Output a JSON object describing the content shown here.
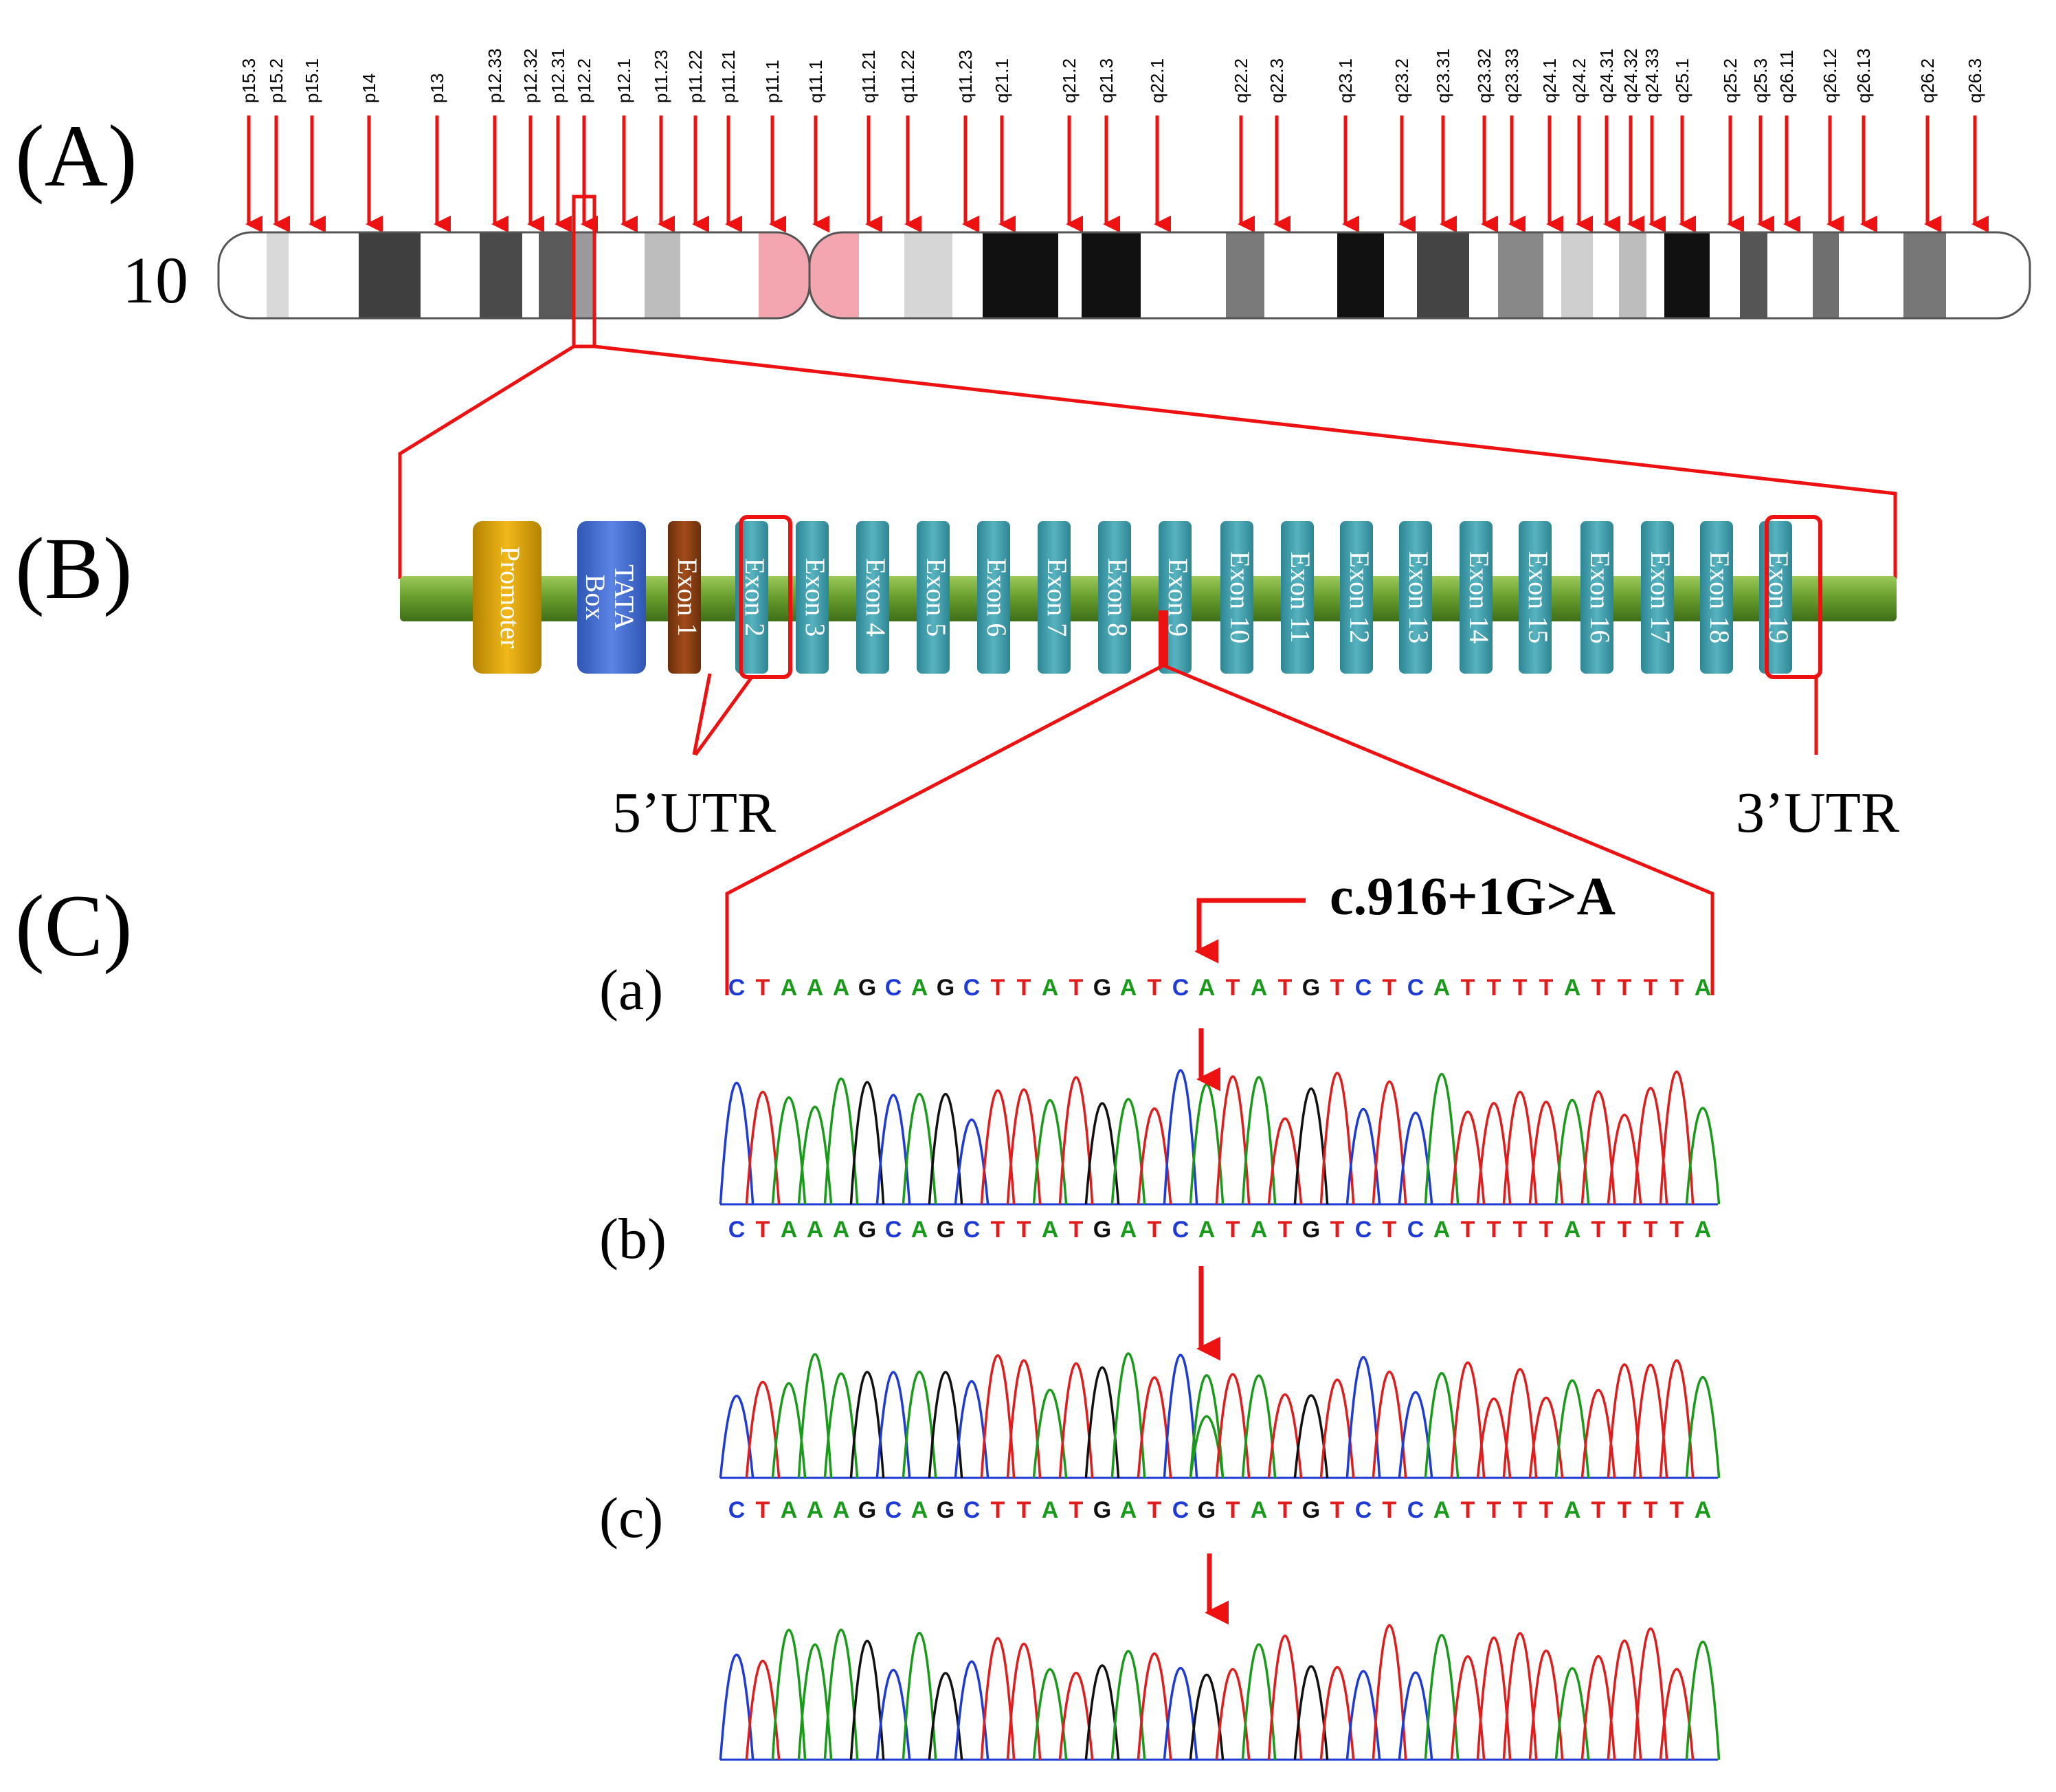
{
  "panels": {
    "a": "(A)",
    "b": "(B)",
    "c": "(C)"
  },
  "chromosome": {
    "number": "10",
    "bands": [
      "p15.3",
      "p15.2",
      "p15.1",
      "p14",
      "p13",
      "p12.33",
      "p12.32",
      "p12.31",
      "p12.2",
      "p12.1",
      "p11.23",
      "p11.22",
      "p11.21",
      "p11.1",
      "q11.1",
      "q11.21",
      "q11.22",
      "q11.23",
      "q21.1",
      "q21.2",
      "q21.3",
      "q22.1",
      "q22.2",
      "q22.3",
      "q23.1",
      "q23.2",
      "q23.31",
      "q23.32",
      "q23.33",
      "q24.1",
      "q24.2",
      "q24.31",
      "q24.32",
      "q24.33",
      "q25.1",
      "q25.2",
      "q25.3",
      "q26.11",
      "q26.12",
      "q26.13",
      "q26.2",
      "q26.3"
    ]
  },
  "gene": {
    "promoter": "Promoter",
    "tata": [
      "TATA",
      "Box"
    ],
    "exons": [
      "Exon 1",
      "Exon 2",
      "Exon 3",
      "Exon 4",
      "Exon 5",
      "Exon 6",
      "Exon 7",
      "Exon 8",
      "Exon 9",
      "Exon 10",
      "Exon 11",
      "Exon 12",
      "Exon 13",
      "Exon 14",
      "Exon 15",
      "Exon 16",
      "Exon 17",
      "Exon 18",
      "Exon 19"
    ],
    "utr5": "5’UTR",
    "utr3": "3’UTR"
  },
  "mutation": "c.916+1G>A",
  "sequences": {
    "labels": [
      "(a)",
      "(b)",
      "(c)"
    ],
    "ref": "CTAAAGCAGCTTATGATCATATGTCTCATTTTATTTTA",
    "b": "CTAAAGCAGCTTATGATCATATGTCTCATTTTATTTTA",
    "c": "CTAAAGCAGCTTATGATCGTATGTCTCATTTTATTTTA"
  },
  "colors": {
    "A": "#1a9a1a",
    "C": "#1f3bd6",
    "G": "#111111",
    "T": "#e01c1c",
    "accent": "#ee1111"
  }
}
